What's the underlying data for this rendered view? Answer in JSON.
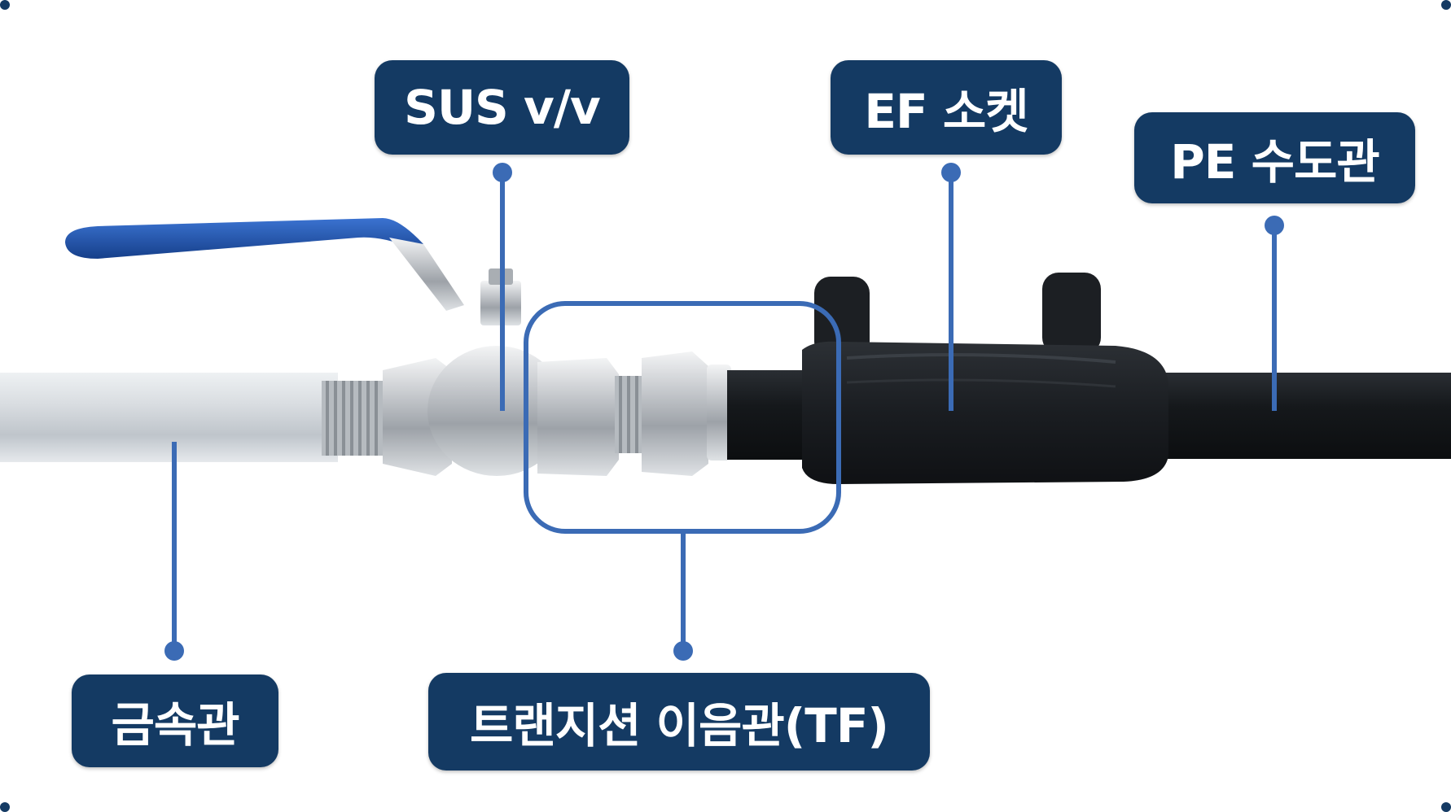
{
  "labels": {
    "sus_valve": "SUS v/v",
    "ef_socket": "EF 소켓",
    "pe_pipe": "PE 수도관",
    "metal_pipe": "금속관",
    "transition_fitting": "트랜지션 이음관(TF)"
  },
  "colors": {
    "label_bg": "#143a63",
    "label_text": "#ffffff",
    "callout_line": "#3b6bb5",
    "valve_handle": "#1d55b0",
    "metal_pipe": "#c9ced3",
    "pe_pipe": "#111315",
    "socket": "#1c1f23"
  },
  "icons": [
    "ball-valve-icon",
    "ef-socket-icon",
    "pipe-icon"
  ]
}
